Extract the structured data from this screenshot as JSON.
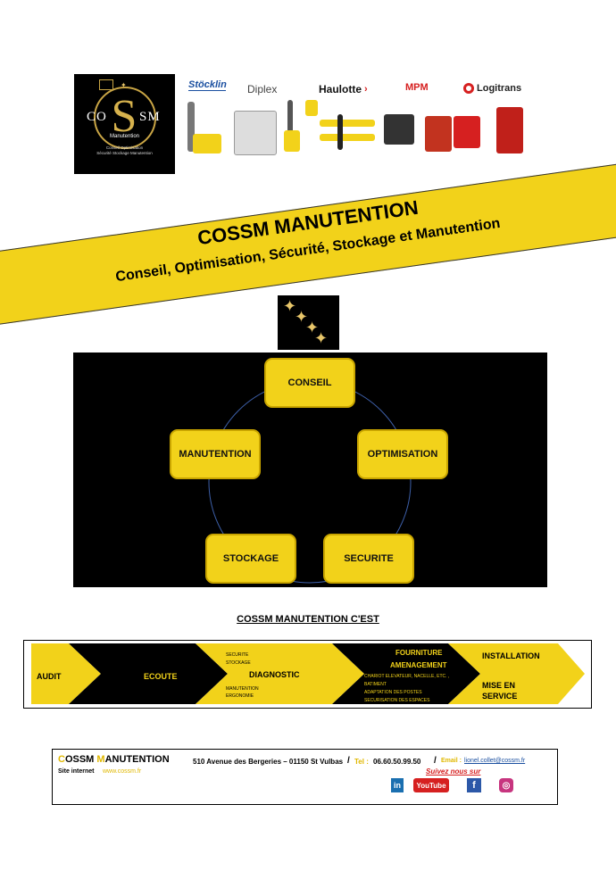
{
  "logo": {
    "co": "CO",
    "s": "S",
    "sm": "SM",
    "manutention": "Manutention",
    "tagline1": "Conseil Optimisation",
    "tagline2": "Sécurité Stockage Manutention"
  },
  "brands": [
    "Stöcklin",
    "Diplex",
    "Haulotte",
    "MPM",
    "Logitrans"
  ],
  "banner": {
    "title": "COSSM MANUTENTION",
    "subtitle": "Conseil, Optimisation, Sécurité, Stockage et Manutention"
  },
  "cycle": {
    "nodes": [
      "CONSEIL",
      "OPTIMISATION",
      "SECURITE",
      "STOCKAGE",
      "MANUTENTION"
    ]
  },
  "section_title": "COSSM MANUTENTION C'EST",
  "process": {
    "audit": "AUDIT",
    "ecoute": "ECOUTE",
    "diag_top1": "SECURITE",
    "diag_top2": "STOCKAGE",
    "diagnostic": "DIAGNOSTIC",
    "diag_bot1": "MANUTENTION",
    "diag_bot2": "ERGONOMIE",
    "fourniture": "FOURNITURE",
    "amenagement": "AMENAGEMENT",
    "fourn1": "CHARIOT ELEVATEUR, NACELLE, ETC. ,",
    "fourn2": "BATIMENT",
    "fourn3": "ADAPTATION DES POSTES",
    "fourn4": "SECURISATION DES ESPACES",
    "installation": "INSTALLATION",
    "mise1": "MISE EN",
    "mise2": "SERVICE"
  },
  "footer": {
    "brand_c": "C",
    "brand_ossm": "OSSM ",
    "brand_m": "M",
    "brand_anutention": "ANUTENTION",
    "address": "510 Avenue des Bergeries – 01150 St Vulbas",
    "sep1": "/",
    "tel_label": "Tel :",
    "tel": "06.60.50.99.50",
    "sep2": "/",
    "email_label": "Email :",
    "email": "lionel.collet@cossm.fr",
    "site_label": "Site internet",
    "site": "www.cossm.fr",
    "follow": "Suivez nous sur",
    "social": [
      "in",
      "YouTube",
      "f",
      "◎"
    ]
  },
  "colors": {
    "accent": "#f2d21a",
    "dark": "#000000"
  }
}
